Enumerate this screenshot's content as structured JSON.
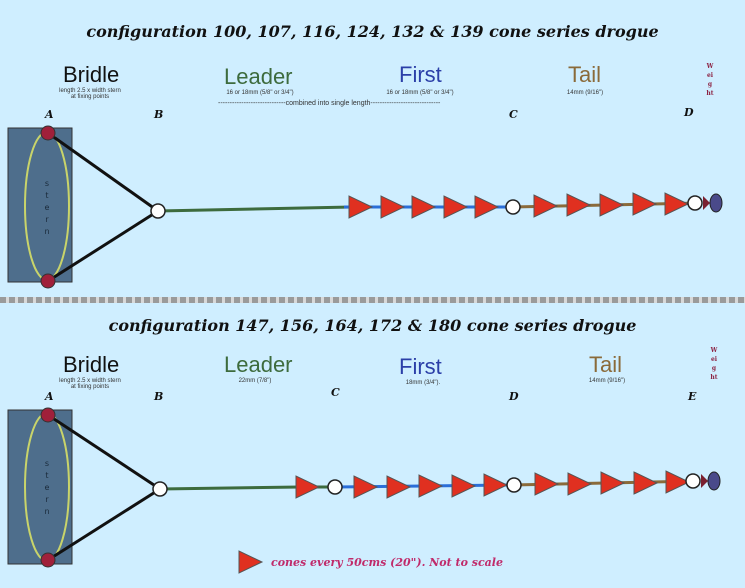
{
  "config1": {
    "title": "configuration 100, 107, 116, 124, 132 & 139 cone series drogue",
    "bridle": {
      "label": "Bridle",
      "note1": "length 2.5 x width stern",
      "note2": "at fixing points"
    },
    "leader": {
      "label": "Leader",
      "note": "16 or 18mm  (5/8\" or 3/4\")"
    },
    "first": {
      "label": "First",
      "note": "16 or 18mm (5/8\" or 3/4\")"
    },
    "tail": {
      "label": "Tail",
      "note": "14mm (9/16\")"
    },
    "combined": "-----------------------------combined into single length------------------------------",
    "points": {
      "a": "A",
      "b": "B",
      "c": "C",
      "d": "D"
    },
    "weight": "Weight",
    "stern": "stern"
  },
  "config2": {
    "title": "configuration 147, 156, 164, 172 & 180 cone series drogue",
    "bridle": {
      "label": "Bridle",
      "note1": "length 2.5 x width stern",
      "note2": "at fixing points"
    },
    "leader": {
      "label": "Leader",
      "note": "22mm (7/8\")"
    },
    "first": {
      "label": "First",
      "note": "18mm (3/4\")."
    },
    "tail": {
      "label": "Tail",
      "note": "14mm (9/16\")"
    },
    "points": {
      "a": "A",
      "b": "B",
      "c": "C",
      "d": "D",
      "e": "E"
    },
    "weight": "Weight",
    "stern": "stern"
  },
  "legend": {
    "text": "cones every 50cms (20\").  Not to scale"
  },
  "colors": {
    "leader": "#3d6b3d",
    "first": "#2b3fa8",
    "tail": "#8a6a3a",
    "cone": "#e03020",
    "stern": "#4e6e8c",
    "fixing_point": "#a0203a",
    "weight": "#4a4a8a"
  }
}
